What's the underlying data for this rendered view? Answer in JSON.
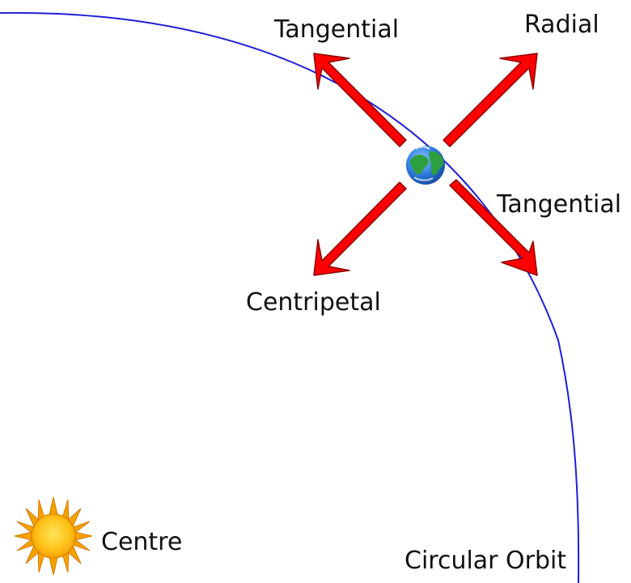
{
  "labels": {
    "tangential_upper": "Tangential",
    "radial": "Radial",
    "tangential_lower": "Tangential",
    "centripetal": "Centripetal",
    "centre": "Centre",
    "orbit": "Circular Orbit"
  },
  "colors": {
    "orbit": "#1f1fd6",
    "arrow_fill": "#ff0000",
    "arrow_stroke": "#8b0000",
    "sun_outer": "#f4a300",
    "sun_inner": "#ffd11a",
    "earth_ocean": "#2f7de1",
    "earth_land": "#2e9f3e"
  },
  "icons": {
    "sun": "sun-icon",
    "earth": "earth-icon"
  }
}
